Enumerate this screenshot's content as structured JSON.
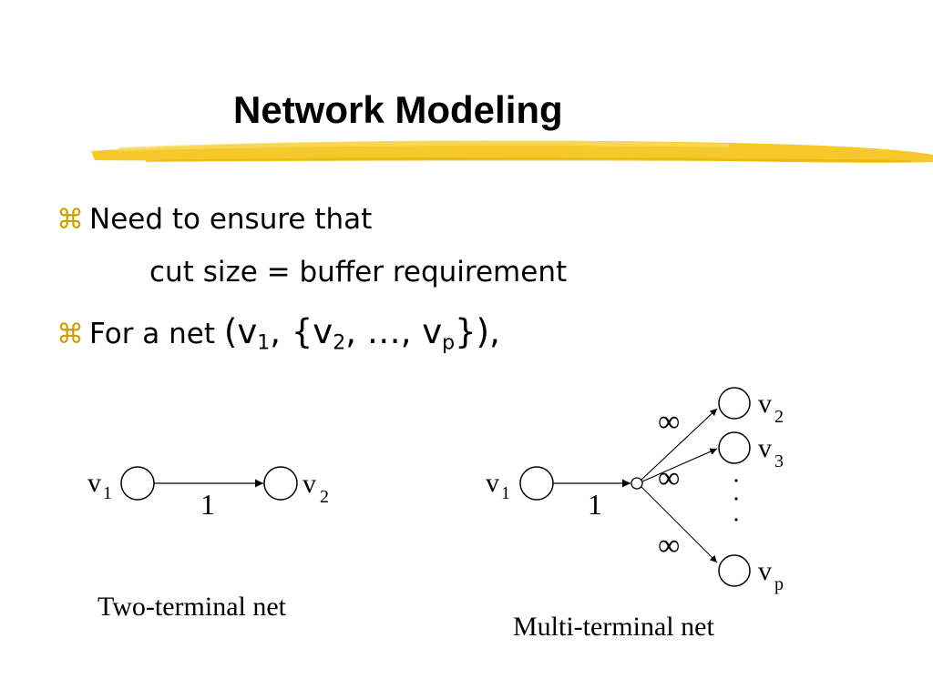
{
  "slide": {
    "title": "Network Modeling",
    "bullets": [
      {
        "icon": "z-bullet-icon",
        "text": "Need to ensure that",
        "continuation": "cut size = buffer requirement"
      },
      {
        "icon": "z-bullet-icon",
        "text_prefix": "For a net",
        "math": {
          "open": "(v",
          "sub1": "1",
          "mid1": ", {v",
          "sub2": "2",
          "mid2": ", …, v",
          "sub3": "p",
          "close": "}),"
        }
      }
    ],
    "bullet_glyph": "⌘",
    "accent_color": "#f2c200"
  },
  "diagrams": {
    "two_terminal": {
      "caption": "Two-terminal net",
      "source_label": "v",
      "source_sub": "1",
      "sink_label": "v",
      "sink_sub": "2",
      "edge_weight": "1"
    },
    "multi_terminal": {
      "caption": "Multi-terminal net",
      "source_label": "v",
      "source_sub": "1",
      "edge_weight": "1",
      "infinity": "∞",
      "sinks": [
        {
          "label": "v",
          "sub": "2"
        },
        {
          "label": "v",
          "sub": "3"
        },
        {
          "label": "v",
          "sub": "p"
        }
      ]
    }
  }
}
